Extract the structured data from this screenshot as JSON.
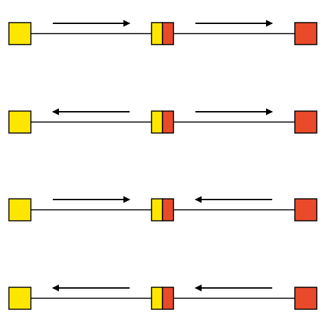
{
  "colors": {
    "background": "#ffffff",
    "yellow": "#ffe600",
    "red": "#e84a2a",
    "stroke": "#000000"
  },
  "rows": [
    {
      "left_arrow": "right",
      "right_arrow": "right"
    },
    {
      "left_arrow": "left",
      "right_arrow": "right"
    },
    {
      "left_arrow": "right",
      "right_arrow": "left"
    },
    {
      "left_arrow": "left",
      "right_arrow": "left"
    }
  ]
}
